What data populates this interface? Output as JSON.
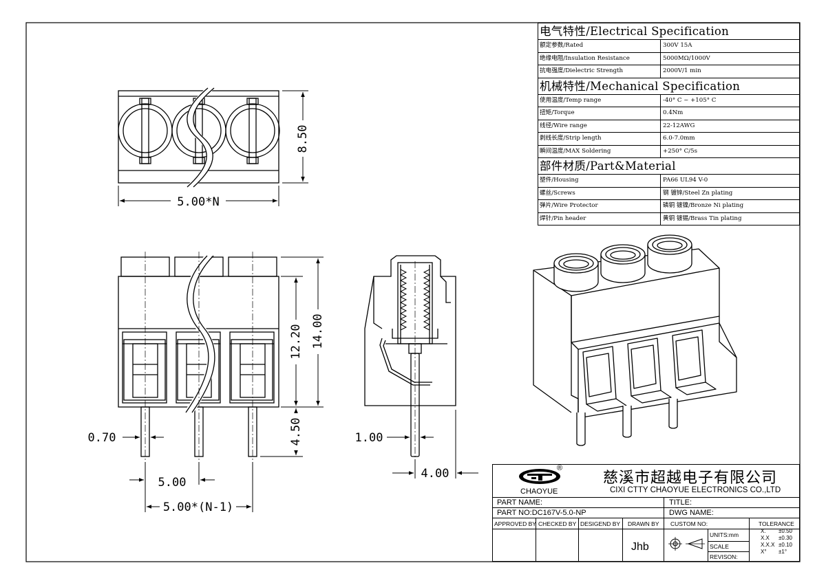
{
  "dimensions": {
    "top_width": "5.00*N",
    "top_height": "8.50",
    "front_body_height": "12.20",
    "front_total_height": "14.00",
    "pin_length": "4.50",
    "pin_width": "0.70",
    "pitch": "5.00",
    "row_width": "5.00*(N-1)",
    "side_pin_width": "1.00",
    "side_offset": "4.00"
  },
  "spec": {
    "electrical": {
      "title": "电气特性/Electrical Specification",
      "rows": [
        {
          "label": "额定参数/Rated",
          "value": "300V  15A"
        },
        {
          "label": "绝缘电阻/Insulation Resistance",
          "value": "5000MΩ/1000V"
        },
        {
          "label": "抗电强度/Dielectric Strength",
          "value": "2000V/1 min"
        }
      ]
    },
    "mechanical": {
      "title": "机械特性/Mechanical Specification",
      "rows": [
        {
          "label": "使用温度/Temp range",
          "value": "-40° C ~ +105° C"
        },
        {
          "label": "扭矩/Torque",
          "value": "0.4Nm"
        },
        {
          "label": "线径/Wire range",
          "value": "22-12AWG"
        },
        {
          "label": "剥线长度/Strip length",
          "value": "6.0-7.0mm"
        },
        {
          "label": "瞬间温度/MAX Soldering",
          "value": "+250° C/5s"
        }
      ]
    },
    "material": {
      "title": "部件材质/Part&Material",
      "rows": [
        {
          "label": "塑件/Housing",
          "value": "PA66 UL94 V-0"
        },
        {
          "label": "螺丝/Screws",
          "value": "钢 镀锌/Steel Zn plating"
        },
        {
          "label": "弹片/Wire Protector",
          "value": "磷铜 镀镍/Bronze Ni plating"
        },
        {
          "label": "焊针/Pin header",
          "value": "黄铜 镀锡/Brass Tin plating"
        }
      ]
    }
  },
  "title_block": {
    "logo_text": "CHAOYUE",
    "registered_mark": "®",
    "company_cn": "慈溪市超越电子有限公司",
    "company_en": "CIXI CTTY CHAOYUE ELECTRONICS CO.,LTD",
    "part_name_label": "PART NAME:",
    "title_label": "TITLE:",
    "part_no_label": "PART NO:DC167V-5.0-NP",
    "dwg_name_label": "DWG NAME:",
    "approved_by": "APPROVED BY",
    "checked_by": "CHECKED BY",
    "designed_by": "DESIGEND BY",
    "drawn_by": "DRAWN BY",
    "drawn_by_value": "Jhb",
    "custom_no": "CUSTOM NO:",
    "units": "UNITS:mm",
    "scale": "SCALE",
    "revision": "REVISON:",
    "tolerance_title": "TOLERANCE",
    "tolerances": [
      {
        "k": "X.",
        "v": "±0.50"
      },
      {
        "k": "X.X",
        "v": "±0.30"
      },
      {
        "k": "X.X.X",
        "v": "±0.10"
      },
      {
        "k": "X°",
        "v": "±1°"
      }
    ]
  }
}
